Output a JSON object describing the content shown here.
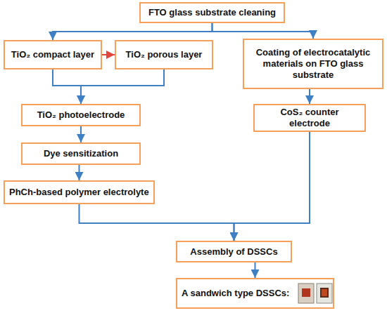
{
  "diagram": {
    "nodes": [
      {
        "text": [
          "FTO glass substrate cleaning"
        ]
      },
      {
        "text": [
          "TiO₂ compact layer"
        ]
      },
      {
        "text": [
          "TiO₂ porous layer"
        ]
      },
      {
        "text": [
          "Coating of electrocatalytic materials on FTO glass substrate"
        ]
      },
      {
        "text": [
          "TiO₂ photoelectrode"
        ]
      },
      {
        "text": [
          "CoS₂ counter electrode"
        ]
      },
      {
        "text": [
          "Dye sensitization"
        ]
      },
      {
        "text": [
          "PhCh-based polymer electrolyte"
        ]
      },
      {
        "text": [
          "Assembly of DSSCs"
        ]
      },
      {
        "text": [
          "A sandwich type DSSCs:"
        ]
      }
    ],
    "edges": [
      {
        "from": 0,
        "to": 1,
        "arrow": "to"
      },
      {
        "from": 0,
        "to": 3,
        "arrow": "to"
      },
      {
        "from": 1,
        "to": 2,
        "arrow": "to"
      },
      {
        "from": 1,
        "to": 4,
        "arrow": "to"
      },
      {
        "from": 2,
        "to": 4,
        "arrow": "to"
      },
      {
        "from": 3,
        "to": 5,
        "arrow": "to"
      },
      {
        "from": 4,
        "to": 6,
        "arrow": "to"
      },
      {
        "from": 6,
        "to": 7,
        "arrow": "to"
      },
      {
        "from": 7,
        "to": 8,
        "arrow": "to"
      },
      {
        "from": 5,
        "to": 8,
        "arrow": "to"
      },
      {
        "from": 8,
        "to": 9,
        "arrow": "to"
      }
    ]
  }
}
